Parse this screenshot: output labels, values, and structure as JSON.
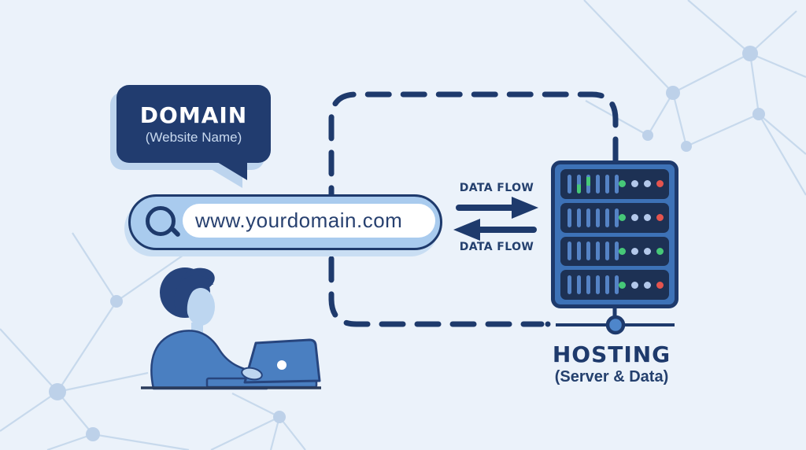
{
  "domain_bubble": {
    "title": "DOMAIN",
    "subtitle": "(Website Name)"
  },
  "search_bar": {
    "value": "www.yourdomain.com"
  },
  "icons": {
    "search_bar": "search-icon"
  },
  "data_flow": {
    "top_label": "DATA FLOW",
    "bottom_label": "DATA FLOW"
  },
  "hosting": {
    "title": "HOSTING",
    "subtitle": "(Server & Data)"
  },
  "server": {
    "rows": [
      {
        "bars": [
          "plain",
          "green-bottom",
          "green-top",
          "plain",
          "plain",
          "plain"
        ],
        "leds": [
          "green",
          "pale",
          "pale",
          "red"
        ]
      },
      {
        "bars": [
          "plain",
          "plain",
          "plain",
          "plain",
          "plain",
          "plain"
        ],
        "leds": [
          "green",
          "pale",
          "pale",
          "red"
        ]
      },
      {
        "bars": [
          "plain",
          "plain",
          "plain",
          "plain",
          "plain",
          "plain"
        ],
        "leds": [
          "green",
          "pale",
          "pale",
          "green"
        ]
      },
      {
        "bars": [
          "plain",
          "plain",
          "plain",
          "plain",
          "plain",
          "plain"
        ],
        "leds": [
          "green",
          "pale",
          "pale",
          "red"
        ]
      }
    ]
  },
  "colors": {
    "background": "#ebf2fa",
    "mesh": "#c7d9ec",
    "navy": "#1e3a6c",
    "mid_blue": "#4a7fc1",
    "server_frame": "#3d72b7",
    "server_slot": "#1d3154",
    "server_bar": "#5583c5",
    "search_pill": "#a9cbee",
    "bubble_fill": "#213c6f",
    "bubble_shadow": "#bcd4ee",
    "leds": {
      "green": "#46c878",
      "pale": "#b3c8ea",
      "red": "#e4544e"
    }
  }
}
